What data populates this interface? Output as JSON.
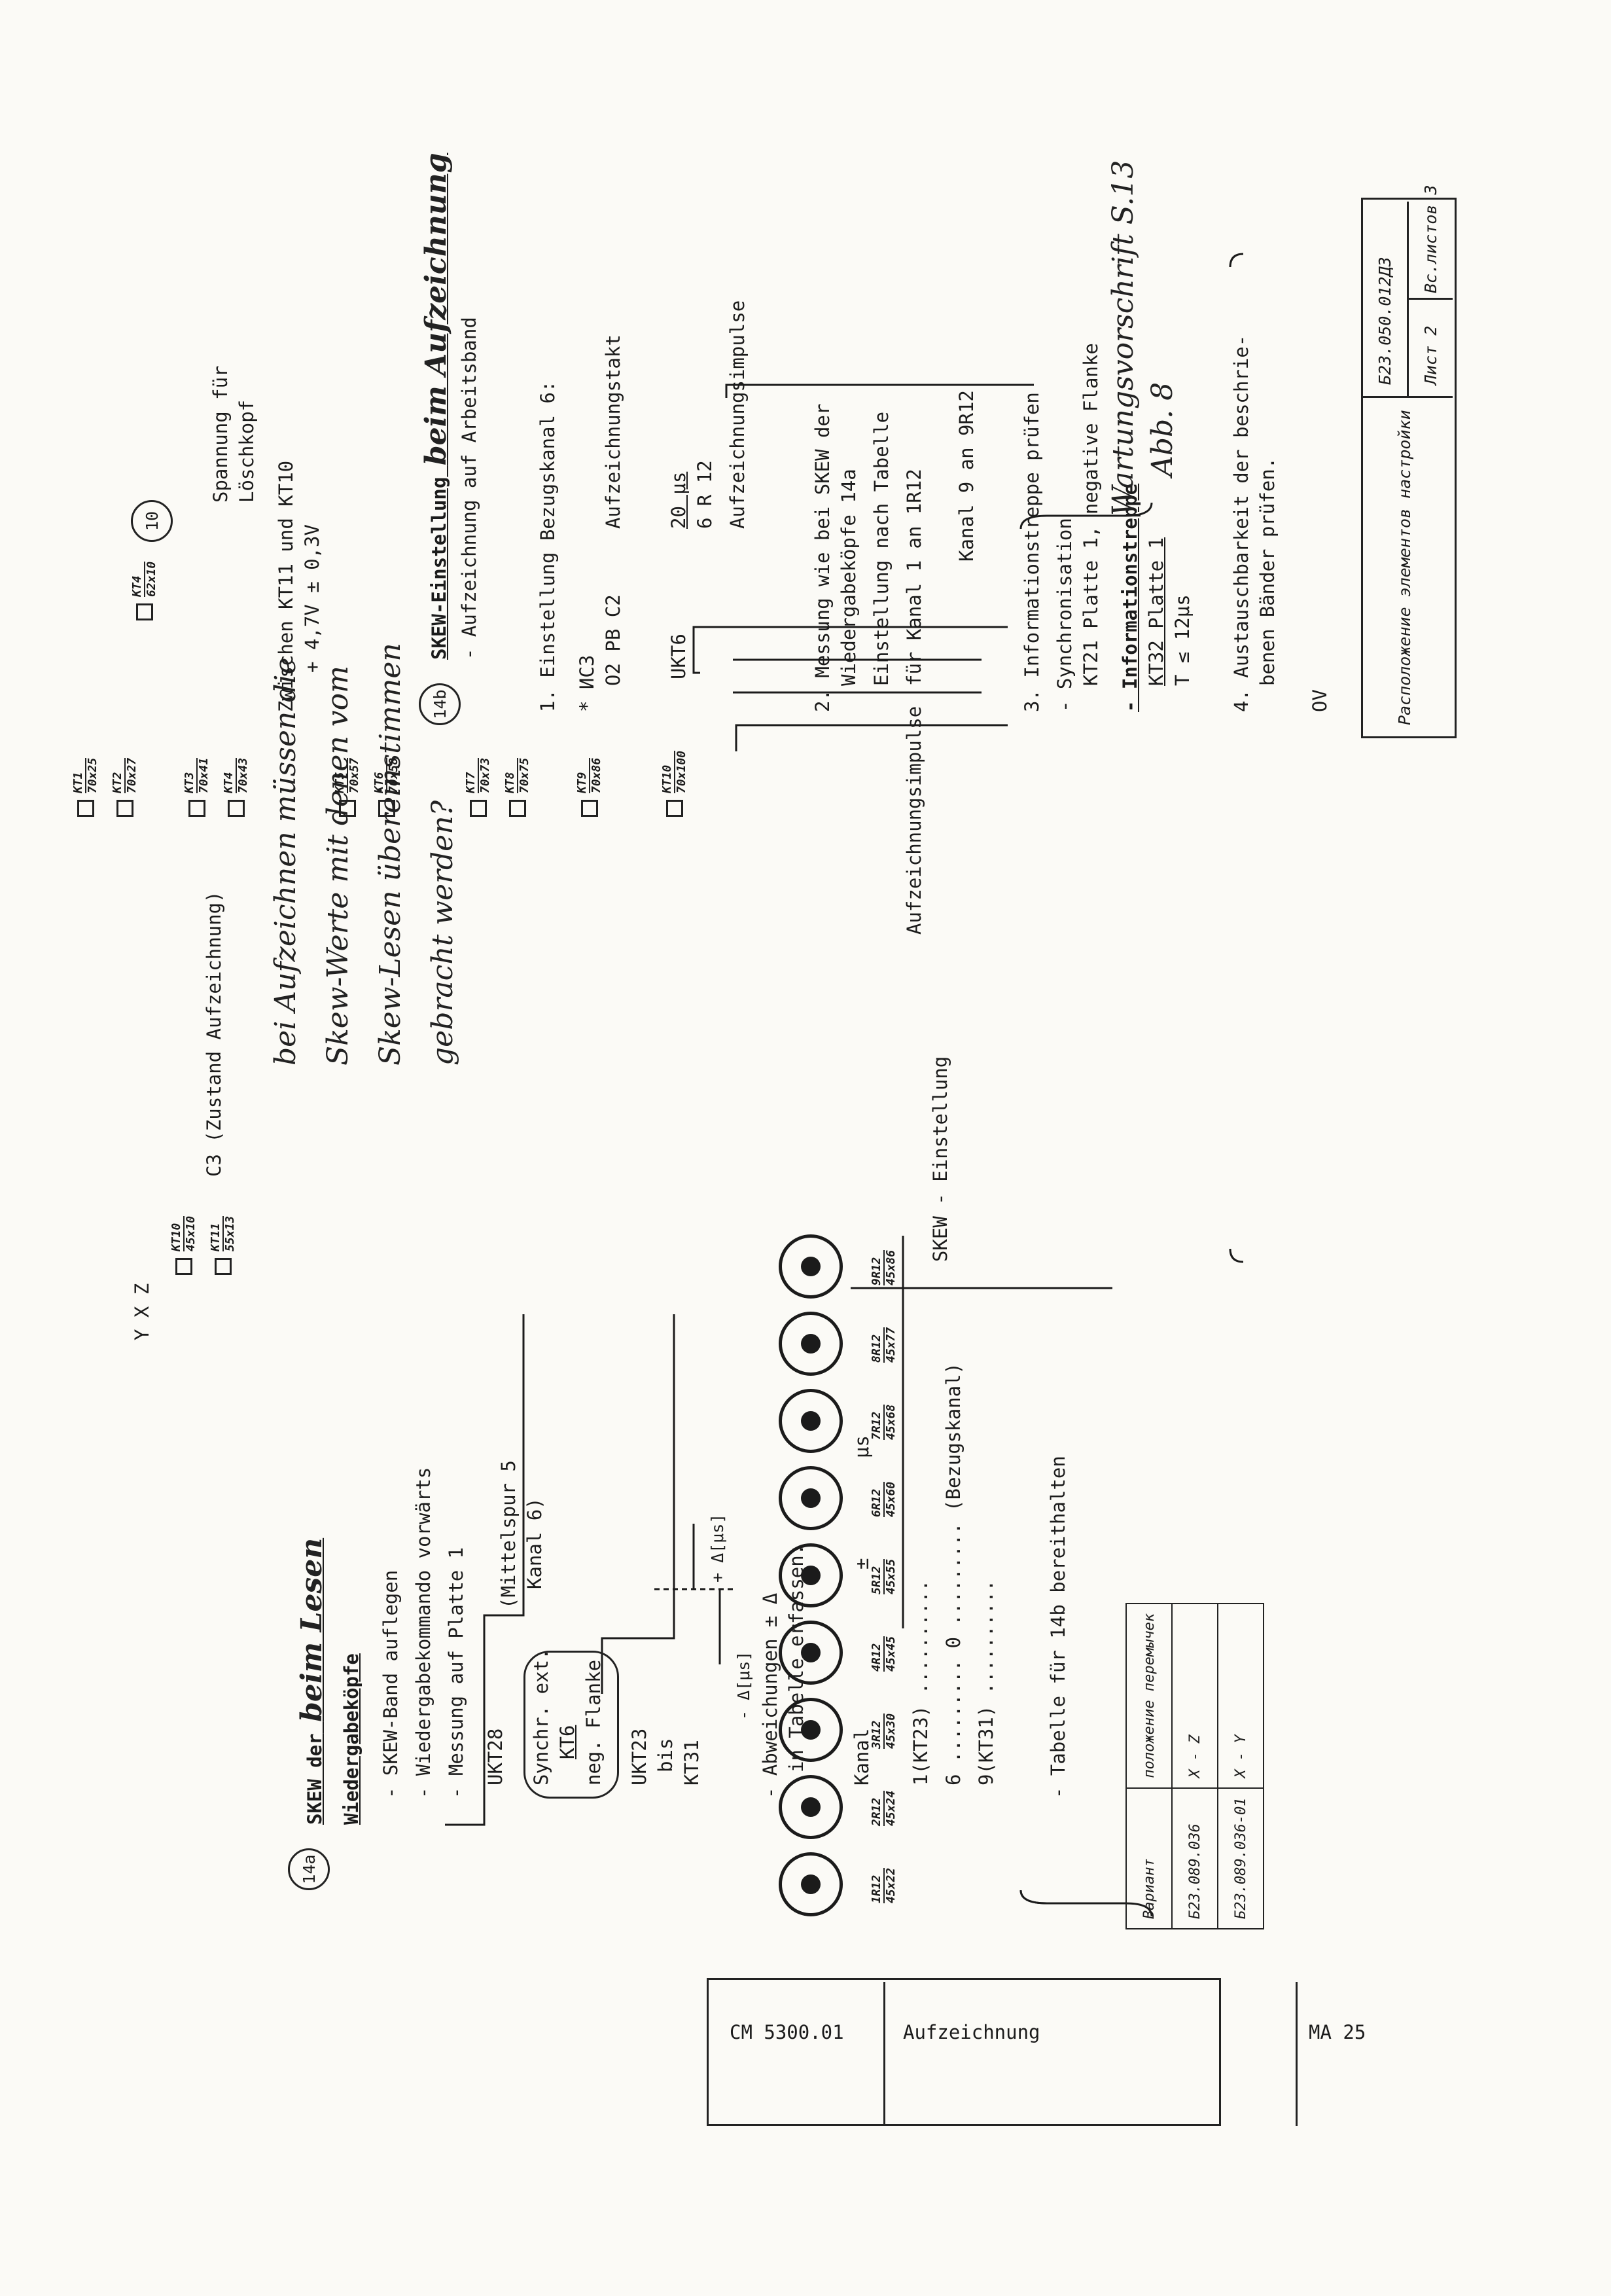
{
  "title_block": {
    "device": "CM 5300.01",
    "section": "Aufzeichnung",
    "page": "MA 25"
  },
  "left": {
    "step_14a": "14a",
    "heading_a": "SKEW der",
    "heading_a_hw": "beim Lesen",
    "heading_b": "Wiedergabeköpfe",
    "bullets": [
      "- SKEW-Band auflegen",
      "- Wiedergabekommando vorwärts",
      "- Messung auf Platte 1"
    ],
    "u_kt28": "UKT28",
    "mittelspur": "(Mittelspur 5",
    "kanal6": "Kanal 6)",
    "synchr": "Synchr. ext.",
    "kt6": "KT6",
    "neg_flanke": "neg. Flanke",
    "u_kt23": "UKT23",
    "bis": "bis",
    "kt31": "KT31",
    "delta_plus": "+ Δ[μs]",
    "delta_minus": "- Δ[μs]",
    "abweich_1": "- Abweichungen ± Δ",
    "abweich_2": "in Tabelle erfassen:",
    "th_kanal": "Kanal",
    "th_pm": "±",
    "th_us": "μs",
    "row1": "1(KT23) ..........",
    "row2": "6 ......... 0 ......... (Bezugskanal)",
    "row3": "9(KT31) ..........",
    "tabelle": "- Tabelle für 14b bereithalten"
  },
  "variants": {
    "h1": "Вариант",
    "h2": "положение перемычек",
    "r1a": "Б23.089.036",
    "r1b": "X - Z",
    "r2a": "Б23.089.036-01",
    "r2b": "X - Y"
  },
  "middle": {
    "yxz": "Y X Z",
    "c3": "C3 (Zustand Aufzeichnung)",
    "tp_kt10": [
      "KT10",
      "45x10"
    ],
    "tp_kt11": [
      "KT11",
      "55x13"
    ],
    "knobs": [
      [
        "1R12",
        "45x22"
      ],
      [
        "2R12",
        "45x24"
      ],
      [
        "3R12",
        "45x30"
      ],
      [
        "4R12",
        "45x45"
      ],
      [
        "5R12",
        "45x55"
      ],
      [
        "6R12",
        "45x60"
      ],
      [
        "7R12",
        "45x68"
      ],
      [
        "8R12",
        "45x77"
      ],
      [
        "9R12",
        "45x86"
      ]
    ],
    "skew_brace": "SKEW - Einstellung",
    "aufz_brace": "Aufzeichnungsimpulse",
    "hw_note": [
      "bei Aufzeichnen müssen die",
      "Skew-Werte mit denen vom",
      "Skew-Lesen übereinstimmen",
      "gebracht werden?"
    ]
  },
  "right": {
    "tp_kt4": [
      "KT4",
      "62x10"
    ],
    "step_10": "10",
    "zwischen": "Zwischen KT11 und KT10",
    "spannung_val": "+ 4,7V ± 0,3V",
    "spannung_1": "Spannung für",
    "spannung_2": "Löschkopf",
    "tp_list": [
      [
        "KT1",
        "70x25"
      ],
      [
        "KT2",
        "70x27"
      ],
      [
        "KT3",
        "70x41"
      ],
      [
        "KT4",
        "70x43"
      ],
      [
        "KT5",
        "70x57"
      ],
      [
        "KT6",
        "70x58"
      ],
      [
        "KT7",
        "70x73"
      ],
      [
        "KT8",
        "70x75"
      ],
      [
        "KT9",
        "70x86"
      ],
      [
        "KT10",
        "70x100"
      ]
    ],
    "step_14b": "14b",
    "hd_14b": "SKEW-Einstellung",
    "hd_14b_hw": "beim Aufzeichnung",
    "sub_14b": "- Aufzeichnung auf Arbeitsband",
    "s1": "1. Einstellung Bezugskanal 6:",
    "ic3": "* ИC3",
    "o2": "O2 PB C2",
    "aufztakt": "Aufzeichnungstakt",
    "ukt6": "UKT6",
    "us20": "20 μs",
    "r12": "6 R 12",
    "aufzimp": "Aufzeichnungsimpulse",
    "s2a": "2. Messung wie bei SKEW der",
    "s2b": "Wiedergabeköpfe 14a",
    "s2c": "Einstellung nach Tabelle",
    "s2d": "für   Kanal 1 an 1R12",
    "s2e": "Kanal 9 an 9R12",
    "s3": "3. Informationstreppe prüfen",
    "s3a": "- Synchronisation",
    "s3b": "KT21 Platte 1, negative Flanke",
    "s3c": "- Informationstreppe",
    "s3d": "KT32 Platte 1",
    "s3e": "T ≤ 12μs",
    "hw_s3": "Wartungsvorschrift S.13",
    "hw_abb": "Abb. 8",
    "s4a": "4. Austauschbarkeit der beschrie-",
    "s4b": "benen Bänder prüfen.",
    "ov": "OV",
    "stamp_a": "Расположение элементов настройки",
    "stamp_b": "Б23.050.012Д3",
    "stamp_c": "Лист 2",
    "stamp_d": "Вс.листов 3"
  }
}
